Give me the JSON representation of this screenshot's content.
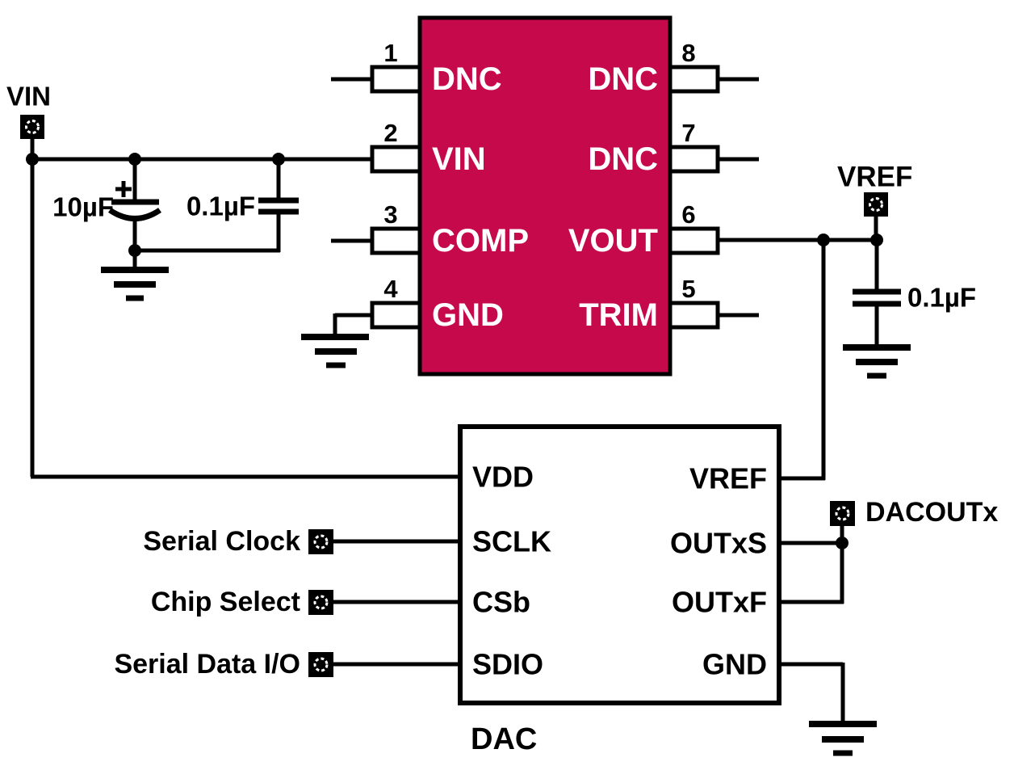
{
  "diagram": {
    "colors": {
      "ic_fill": "#C5094B",
      "wire": "#000000",
      "ic_pin_text": "#FFFFFF",
      "label_text": "#000000",
      "background": "#FFFFFF"
    },
    "vref_ic": {
      "pins_left": [
        {
          "num": "1",
          "label": "DNC"
        },
        {
          "num": "2",
          "label": "VIN"
        },
        {
          "num": "3",
          "label": "COMP"
        },
        {
          "num": "4",
          "label": "GND"
        }
      ],
      "pins_right": [
        {
          "num": "8",
          "label": "DNC"
        },
        {
          "num": "7",
          "label": "DNC"
        },
        {
          "num": "6",
          "label": "VOUT"
        },
        {
          "num": "5",
          "label": "TRIM"
        }
      ]
    },
    "dac": {
      "title": "DAC",
      "pins_left": [
        "VDD",
        "SCLK",
        "CSb",
        "SDIO"
      ],
      "pins_right": [
        "VREF",
        "OUTxS",
        "OUTxF",
        "GND"
      ]
    },
    "terminals": {
      "vin": "VIN",
      "vref": "VREF",
      "dacout": "DACOUTx",
      "serial_clock": "Serial Clock",
      "chip_select": "Chip Select",
      "serial_data": "Serial Data I/O"
    },
    "capacitors": {
      "bulk_input": "10µF",
      "bypass_input": "0.1µF",
      "bypass_vref": "0.1µF"
    }
  }
}
